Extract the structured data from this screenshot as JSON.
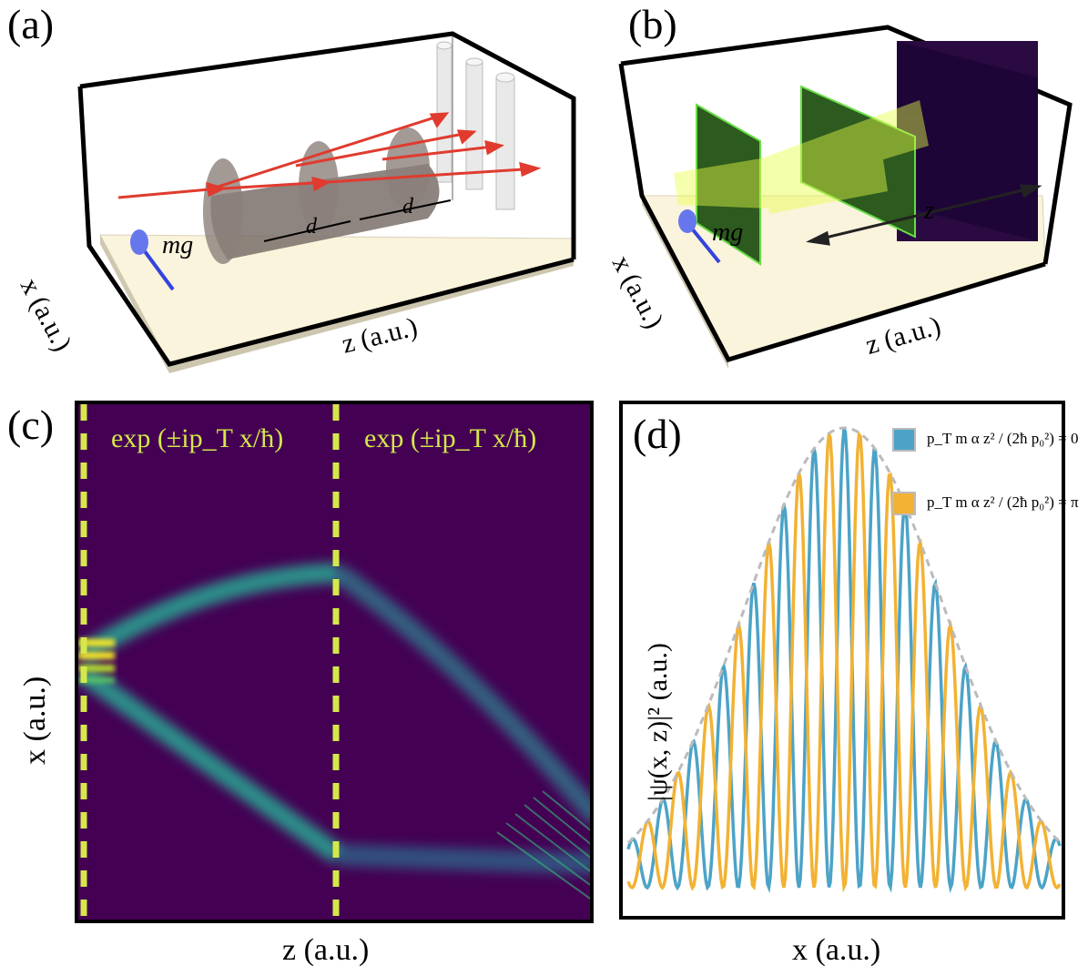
{
  "panels": {
    "a": {
      "label": "(a)",
      "x_axis": "x (a.u.)",
      "z_axis": "z (a.u.)",
      "force_label": "mg",
      "spacing_label_1": "d",
      "spacing_label_2": "d"
    },
    "b": {
      "label": "(b)",
      "x_axis": "x (a.u.)",
      "z_axis": "z (a.u.)",
      "force_label": "mg",
      "arrow_label": "z"
    },
    "c": {
      "label": "(c)",
      "x_axis": "x (a.u.)",
      "z_axis": "z (a.u.)",
      "grating_label_1": "exp (±ip_T x/ħ)",
      "grating_label_2": "exp (±ip_T x/ħ)"
    },
    "d": {
      "label": "(d)",
      "x_axis": "x (a.u.)",
      "y_axis": "|ψ(x, z)|² (a.u.)"
    }
  },
  "colors": {
    "heatmap_bg": "#440154",
    "heatmap_mid": "#21918c",
    "heatmap_hi": "#fde725",
    "grating_line": "#d4e84a",
    "blue_curve": "#4ca3c7",
    "orange_curve": "#f2b233",
    "envelope": "#bbbbbb",
    "rod_gray": "#7a6e6a",
    "arrow_red": "#e03b2e",
    "arrow_blue": "#3344dd",
    "floor": "#fbf4dc",
    "grating_green": "#2d5a1e"
  },
  "chart_data": {
    "type": "line",
    "title": "",
    "xlabel": "x (a.u.)",
    "ylabel": "|ψ(x, z)|² (a.u.)",
    "grid": false,
    "legend_placement": "top-right",
    "series": [
      {
        "name": "p_T m α z² / (2ħ p₀²) = 0",
        "color": "#4ca3c7",
        "phase": 0
      },
      {
        "name": "p_T m α z² / (2ħ p₀²) = π",
        "color": "#f2b233",
        "phase": 3.14159
      },
      {
        "name": "",
        "color": "#bbbbbb",
        "style": "dashed",
        "envelope": true
      }
    ]
  }
}
